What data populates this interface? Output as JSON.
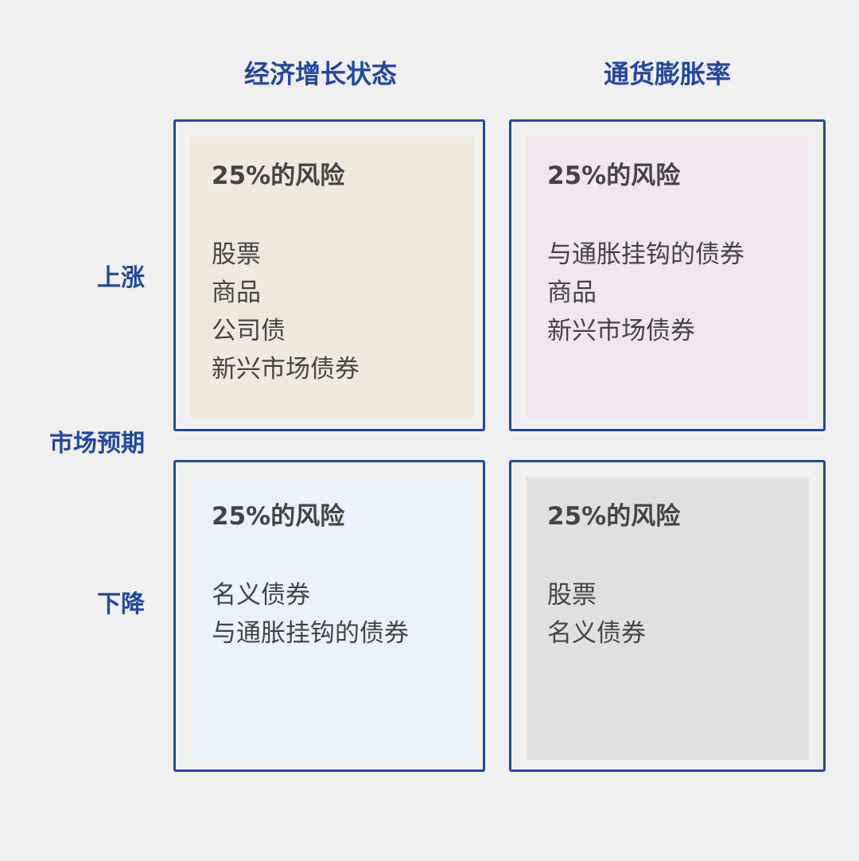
{
  "columns": [
    {
      "label": "经济增长状态"
    },
    {
      "label": "通货膨胀率"
    }
  ],
  "rows": [
    {
      "label": "上涨"
    },
    {
      "label": "下降"
    }
  ],
  "axis_label": "市场预期",
  "cells": [
    {
      "risk": "25%的风险",
      "items": [
        "股票",
        "商品",
        "公司债",
        "新兴市场债券"
      ],
      "color": "#f1e9de"
    },
    {
      "risk": "25%的风险",
      "items": [
        "与通胀挂钩的债券",
        "商品",
        "新兴市场债券"
      ],
      "color": "#f3e6f0"
    },
    {
      "risk": "25%的风险",
      "items": [
        "名义债券",
        "与通胀挂钩的债券"
      ],
      "color": "#eaf2fc"
    },
    {
      "risk": "25%的风险",
      "items": [
        "股票",
        "名义债券"
      ],
      "color": "#e0e0e0"
    }
  ],
  "colors": {
    "accent": "#2347a0",
    "text": "#444444",
    "background": "#f0f0f0"
  }
}
